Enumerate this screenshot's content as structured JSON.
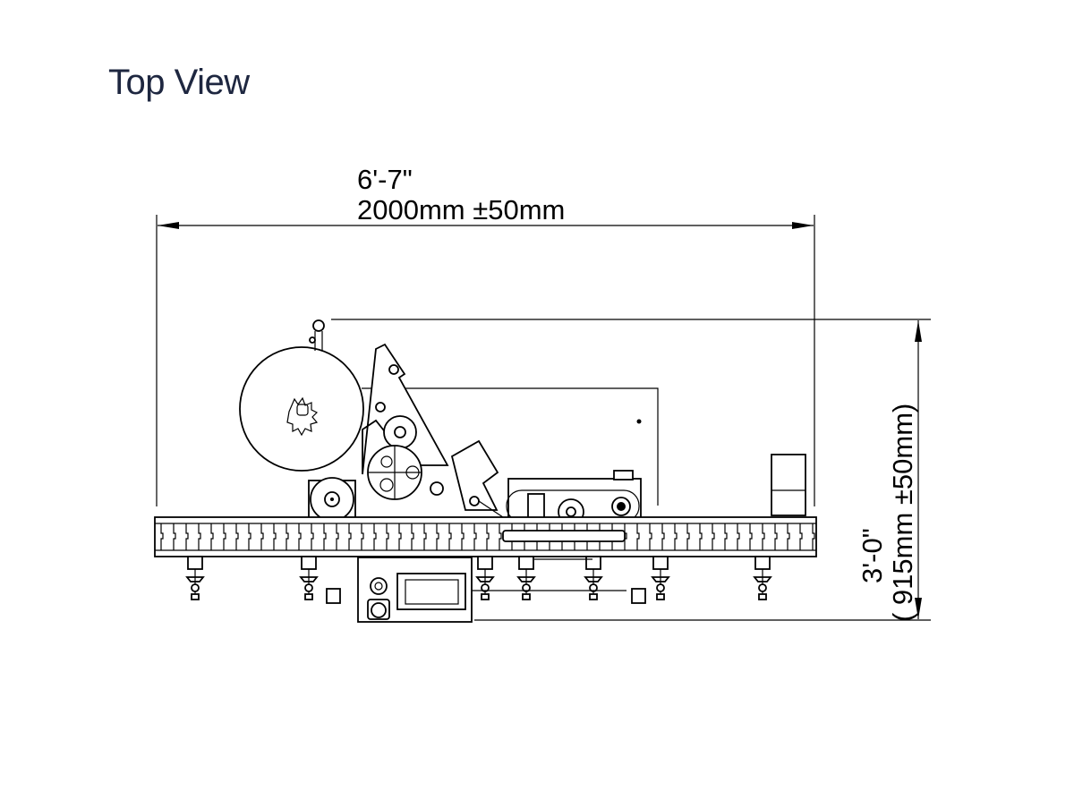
{
  "title": "Top View",
  "dimensions": {
    "width_imperial": "6'-7\"",
    "width_metric": "2000mm  ±50mm",
    "depth_imperial": "3'-0\"",
    "depth_metric": "( 915mm  ±50mm)"
  }
}
